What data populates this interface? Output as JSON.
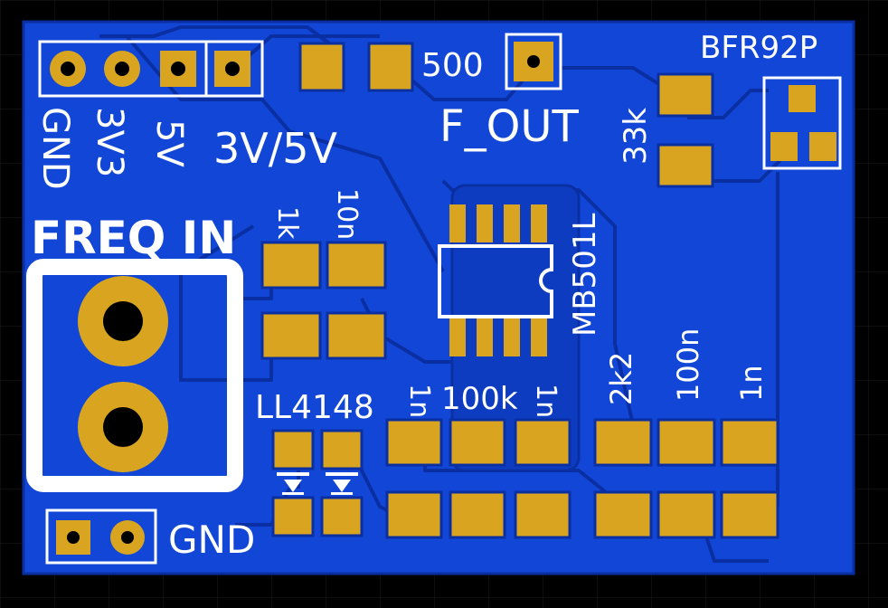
{
  "board": {
    "colors": {
      "background": "#000000",
      "grid": "#1a1a1a",
      "copper": "#1246d6",
      "copper_dark": "#0a2fa3",
      "pad": "#d9a520",
      "silkscreen": "#ffffff",
      "hole": "#000000"
    },
    "labels": {
      "gnd_vertical": "GND",
      "v3_vertical": "3V3",
      "v5_vertical": "5V",
      "supply": "3V/5V",
      "freq_in": "FREQ IN",
      "r_500": "500",
      "f_out": "F_OUT",
      "r_33k": "33k",
      "transistor": "BFR92P",
      "r_1k": "1k",
      "c_10n": "10n",
      "ic": "MB501L",
      "diode": "LL4148",
      "c_1n_a": "1n",
      "r_100k": "100k",
      "c_1n_b": "1n",
      "r_2k2": "2k2",
      "c_100n": "100n",
      "c_1n_c": "1n",
      "gnd_bottom": "GND"
    }
  }
}
